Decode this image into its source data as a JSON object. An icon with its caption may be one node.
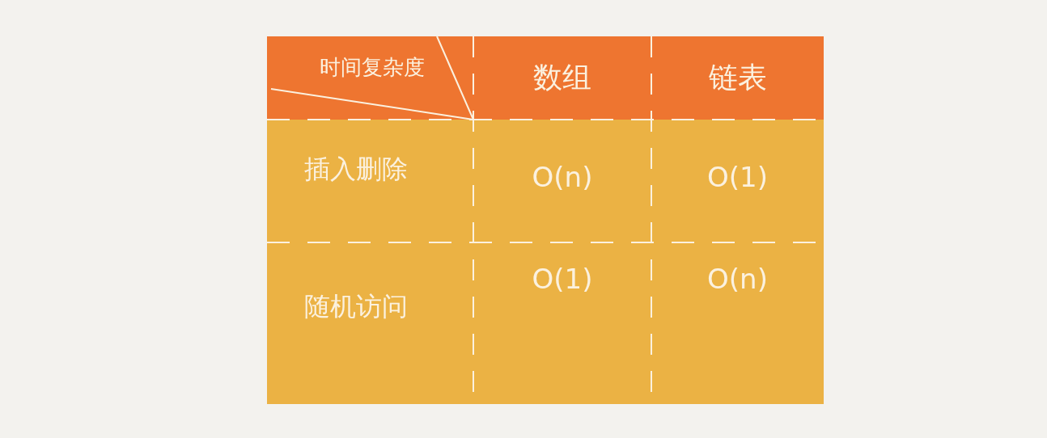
{
  "diagram": {
    "labels": [
      "时间复杂度",
      "数组",
      "链表",
      "插入删除",
      "O(n)",
      "O(1)",
      "随机访问",
      "O(1)",
      "O(n)"
    ]
  }
}
